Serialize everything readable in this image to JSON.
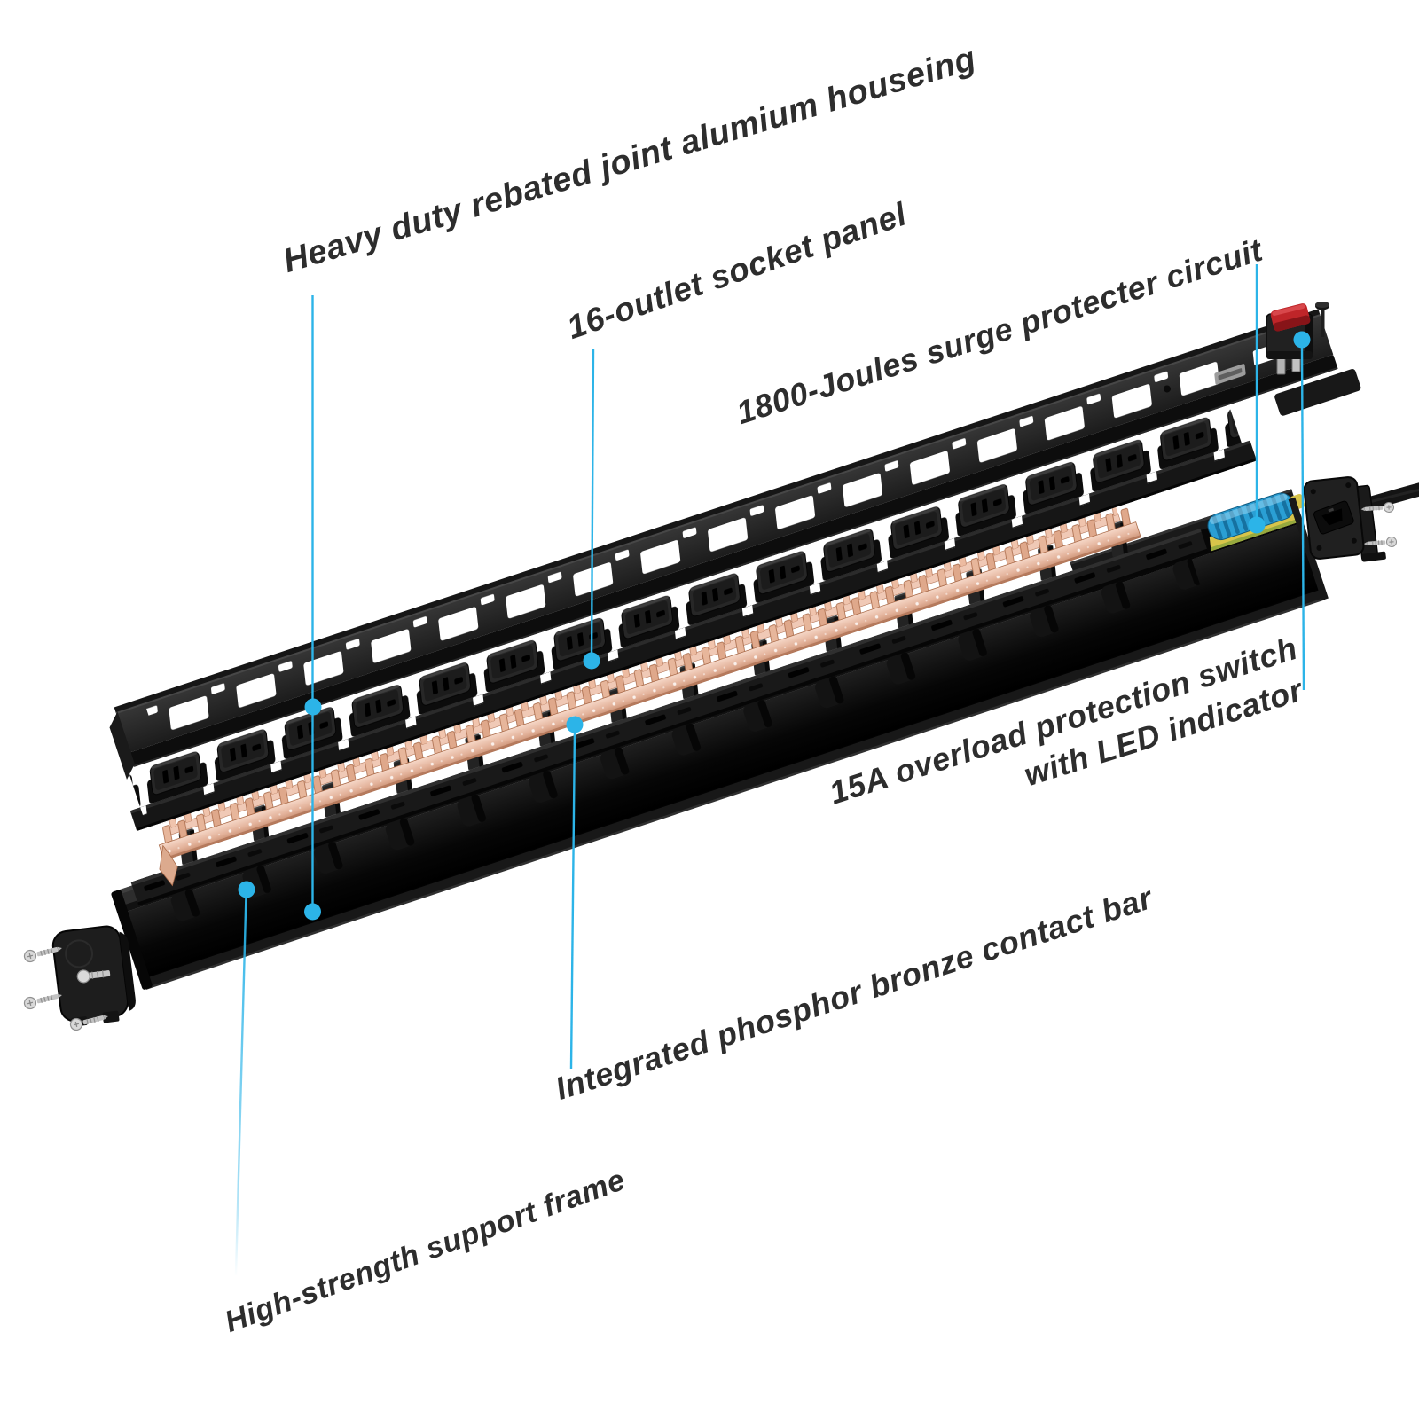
{
  "diagram": {
    "title": "Exploded view of a 16-outlet surge protector power strip",
    "background": "#ffffff",
    "accent_color": "#2cb4e8",
    "label_color": "#2d2d2d",
    "callouts": [
      {
        "id": "housing",
        "text": "Heavy duty rebated joint alumium houseing"
      },
      {
        "id": "socket-panel",
        "text": "16-outlet socket panel"
      },
      {
        "id": "surge-circuit",
        "text": "1800-Joules surge protecter circuit"
      },
      {
        "id": "overload-switch",
        "lines": [
          "15A overload protection switch",
          "with LED indicator"
        ]
      },
      {
        "id": "contact-bar",
        "text": "Integrated phosphor bronze contact bar"
      },
      {
        "id": "support-frame",
        "text": "High-strength support frame"
      }
    ],
    "parts": {
      "top_cover": {
        "name": "aluminum housing top cover",
        "color": "#232323",
        "outlet_cutouts": 16
      },
      "socket_panel": {
        "name": "16-outlet socket panel",
        "outlet_count": 16,
        "color": "#1d1d1d"
      },
      "contact_bar": {
        "name": "integrated phosphor bronze contact bar",
        "color": "#e8bca6"
      },
      "support_frame": {
        "name": "high-strength support frame",
        "color": "#181818"
      },
      "channel": {
        "name": "aluminum housing channel",
        "color": "#0d0d0d"
      },
      "end_cap": {
        "name": "end cap with mounting screws",
        "screw_color": "#cccccc"
      },
      "rocker_switch": {
        "name": "15A overload protection rocker switch",
        "rocker_color": "#bf2529"
      },
      "surge_module": {
        "name": "1800-Joules surge protector circuit",
        "coil_color": "#2a9fd4",
        "pcb_color": "#d8c44a",
        "terminal_color": "#c4252b"
      },
      "power_cord": {
        "name": "power cord",
        "color": "#141414"
      }
    }
  }
}
